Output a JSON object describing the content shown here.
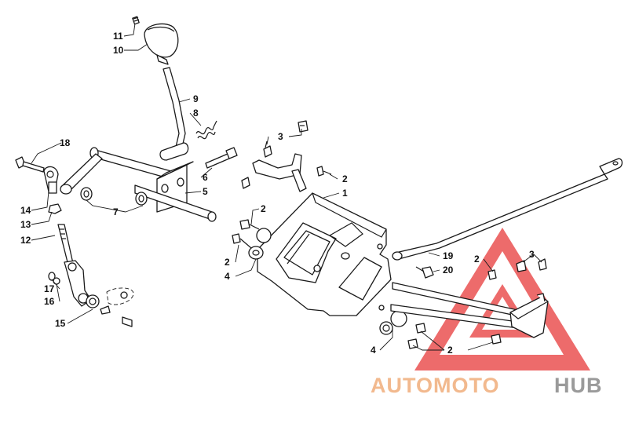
{
  "callouts": [
    {
      "id": "c11",
      "text": "11"
    },
    {
      "id": "c10",
      "text": "10"
    },
    {
      "id": "c9",
      "text": "9"
    },
    {
      "id": "c8",
      "text": "8"
    },
    {
      "id": "c18",
      "text": "18"
    },
    {
      "id": "c3a",
      "text": "3"
    },
    {
      "id": "c6",
      "text": "6"
    },
    {
      "id": "c5",
      "text": "5"
    },
    {
      "id": "c2a",
      "text": "2"
    },
    {
      "id": "c1",
      "text": "1"
    },
    {
      "id": "c14",
      "text": "14"
    },
    {
      "id": "c13",
      "text": "13"
    },
    {
      "id": "c7",
      "text": "7"
    },
    {
      "id": "c2b",
      "text": "2"
    },
    {
      "id": "c12",
      "text": "12"
    },
    {
      "id": "c2c",
      "text": "2"
    },
    {
      "id": "c4a",
      "text": "4"
    },
    {
      "id": "c19",
      "text": "19"
    },
    {
      "id": "c20",
      "text": "20"
    },
    {
      "id": "c2d",
      "text": "2"
    },
    {
      "id": "c3b",
      "text": "3"
    },
    {
      "id": "c17",
      "text": "17"
    },
    {
      "id": "c16",
      "text": "16"
    },
    {
      "id": "c15",
      "text": "15"
    },
    {
      "id": "c4b",
      "text": "4"
    },
    {
      "id": "c2e",
      "text": "2"
    }
  ],
  "watermark": {
    "part1": "AUTOMOTO",
    "part2": "HUB",
    "color_primary": "#f2b98e",
    "color_secondary": "#9a9a9a",
    "triangle_color": "#e83a3a"
  }
}
